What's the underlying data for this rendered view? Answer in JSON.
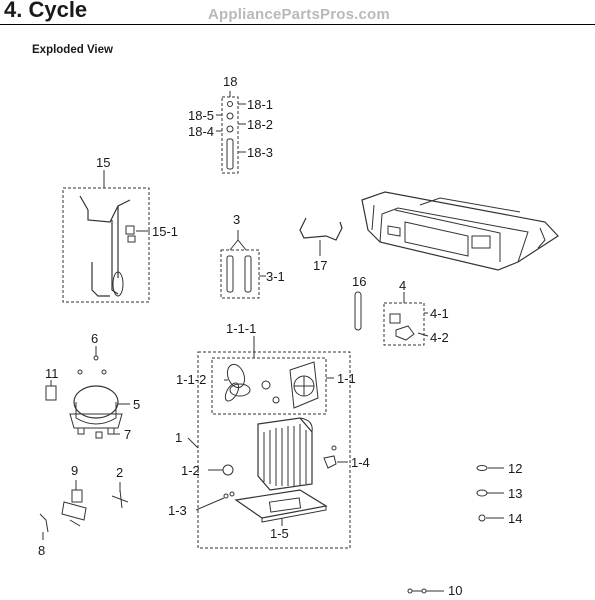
{
  "header": {
    "title": "4.  Cycle",
    "watermark": "AppliancePartsPros.com",
    "subtitle": "Exploded View"
  },
  "callouts": {
    "c18": "18",
    "c18_1": "18-1",
    "c18_5": "18-5",
    "c18_2": "18-2",
    "c18_4": "18-4",
    "c18_3": "18-3",
    "c15": "15",
    "c15_1": "15-1",
    "c3": "3",
    "c3_1": "3-1",
    "c17": "17",
    "c16": "16",
    "c4": "4",
    "c4_1": "4-1",
    "c4_2": "4-2",
    "c6": "6",
    "c11": "11",
    "c5": "5",
    "c7": "7",
    "c1_1_1": "1-1-1",
    "c1_1_2": "1-1-2",
    "c1_1": "1-1",
    "c1": "1",
    "c1_2": "1-2",
    "c1_4": "1-4",
    "c1_3": "1-3",
    "c1_5": "1-5",
    "c9": "9",
    "c2": "2",
    "c8": "8",
    "c12": "12",
    "c13": "13",
    "c14": "14",
    "c10": "10"
  }
}
